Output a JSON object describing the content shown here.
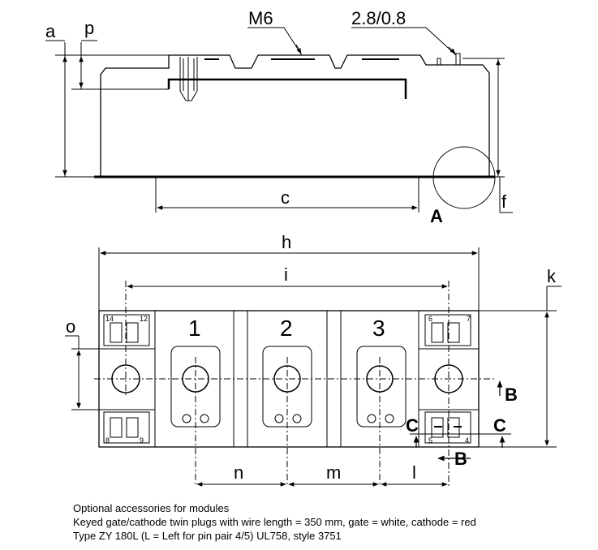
{
  "drawing": {
    "labels": {
      "a": "a",
      "p": "p",
      "m6": "M6",
      "plug": "2.8/0.8",
      "c": "c",
      "detail": "A",
      "f": "f",
      "h": "h",
      "i": "i",
      "k": "k",
      "o": "o",
      "n": "n",
      "m": "m",
      "l": "l",
      "b": "B",
      "c_section": "C"
    },
    "terminals": [
      "1",
      "2",
      "3"
    ],
    "pins": {
      "left_top_a": "14",
      "left_top_b": "12",
      "right_top_a": "6",
      "right_top_b": "7",
      "left_bottom_a": "8",
      "left_bottom_b": "9",
      "right_bottom_a": "5",
      "right_bottom_b": "4"
    }
  },
  "notes": [
    "Optional accessories for modules",
    "Keyed gate/cathode twin plugs with wire length = 350 mm, gate = white, cathode = red",
    "Type ZY 180L  (L = Left for pin pair 4/5) UL758, style 3751"
  ]
}
